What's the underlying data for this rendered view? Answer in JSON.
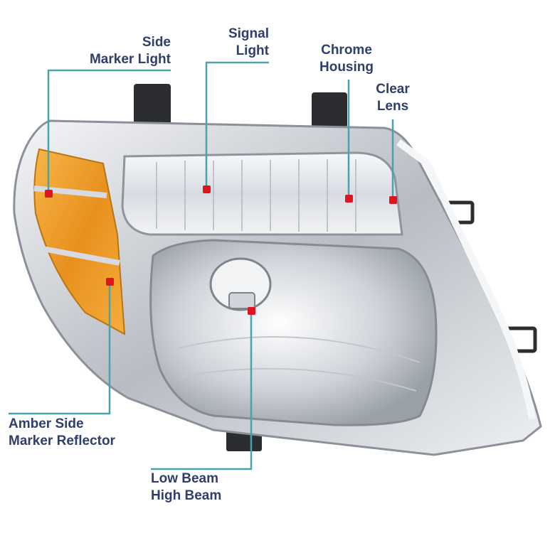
{
  "callouts": {
    "side_marker_light": {
      "line1": "Side",
      "line2": "Marker Light"
    },
    "signal_light": {
      "line1": "Signal",
      "line2": "Light"
    },
    "chrome_housing": {
      "line1": "Chrome",
      "line2": "Housing"
    },
    "clear_lens": {
      "line1": "Clear",
      "line2": "Lens"
    },
    "amber_side_marker_reflector": {
      "line1": "Amber Side",
      "line2": "Marker Reflector"
    },
    "low_high_beam": {
      "line1": "Low Beam",
      "line2": "High Beam"
    }
  },
  "colors": {
    "label_text": "#2f3f6b",
    "leader_line": "#4aa3aa",
    "marker_dot": "#e0141e",
    "amber": "#f2a12a",
    "chrome": "#c9ccd1"
  }
}
